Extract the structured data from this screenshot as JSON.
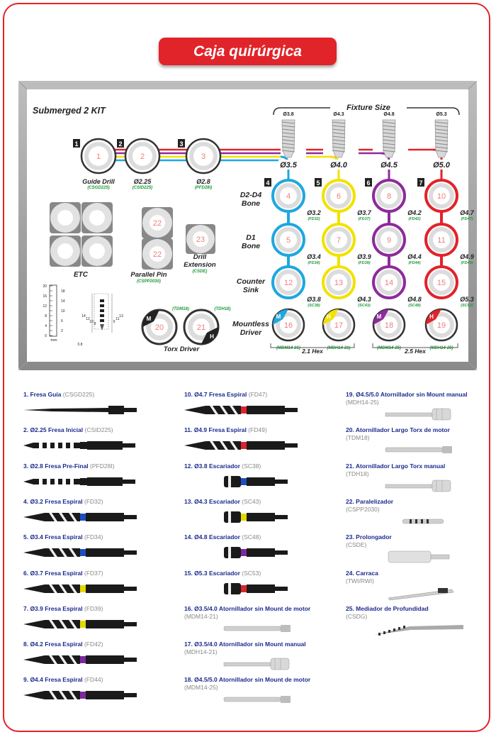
{
  "header": {
    "title": "Caja quirúrgica"
  },
  "tray": {
    "kit_name": "Submerged 2 KIT",
    "fixture_size_label": "Fixture Size",
    "fixture_top": [
      "Ø3.8",
      "Ø4.3",
      "Ø4.8",
      "Ø5.3"
    ],
    "fixture_main": [
      "Ø3.5",
      "Ø4.0",
      "Ø4.5",
      "Ø5.0"
    ],
    "steps": [
      "1",
      "2",
      "3",
      "4",
      "5",
      "6",
      "7"
    ],
    "top_slots": [
      {
        "num": "1",
        "label": "Guide Drill",
        "code": "(CSGD225)"
      },
      {
        "num": "2",
        "label": "Ø2.25",
        "code": "(CSID225)"
      },
      {
        "num": "3",
        "label": "Ø2.8",
        "code": "(PFD28I)"
      }
    ],
    "row_labels": {
      "d2d4": "D2-D4 Bone",
      "d1": "D1 Bone",
      "counter": "Counter Sink",
      "mountless": "Mountless Driver"
    },
    "columns": [
      {
        "color": "#1fa7e0",
        "slots": [
          "4",
          "5",
          "12",
          "16"
        ],
        "sizes": [
          "Ø3.2",
          "Ø3.4",
          "Ø3.8"
        ],
        "codes": [
          "(FD32)",
          "(FD34)",
          "(SC38)"
        ],
        "driver_code": "(MDM14-21)",
        "driver_letter": "M"
      },
      {
        "color": "#f2e200",
        "slots": [
          "6",
          "7",
          "13",
          "17"
        ],
        "sizes": [
          "Ø3.7",
          "Ø3.9",
          "Ø4.3"
        ],
        "codes": [
          "(FD37)",
          "(FD39)",
          "(SC43)"
        ],
        "driver_code": "(MDH14-21)",
        "driver_letter": "H"
      },
      {
        "color": "#8e2a9c",
        "slots": [
          "8",
          "9",
          "14",
          "18"
        ],
        "sizes": [
          "Ø4.2",
          "Ø4.4",
          "Ø4.8"
        ],
        "codes": [
          "(FD42)",
          "(FD44)",
          "(SC48)"
        ],
        "driver_code": "(MDM14-25)",
        "driver_letter": "M"
      },
      {
        "color": "#e1232a",
        "slots": [
          "10",
          "11",
          "15",
          "19"
        ],
        "sizes": [
          "Ø4.7",
          "Ø4.9",
          "Ø5.3"
        ],
        "codes": [
          "(FD47)",
          "(FD49)",
          "(SC53)"
        ],
        "driver_code": "(MDH14-25)",
        "driver_letter": "H"
      }
    ],
    "hex_labels": [
      "2.1 Hex",
      "2.5 Hex"
    ],
    "etc_label": "ETC",
    "parallel": {
      "label": "Parallel Pin",
      "code": "(CSPP2030)",
      "slots": [
        "22",
        "22"
      ]
    },
    "extension": {
      "label": "Drill Extension",
      "code": "(CSDE)",
      "slot": "23"
    },
    "torx": {
      "label": "Torx Driver",
      "slots": [
        "20",
        "21"
      ],
      "codes": [
        "(TDM18)",
        "(TDH18)"
      ],
      "letters": [
        "M",
        "H"
      ]
    },
    "ruler": {
      "unit": "mm",
      "ticks": [
        "20",
        "18",
        "16",
        "14",
        "12",
        "10",
        "8",
        "6",
        "4",
        "2",
        "0"
      ],
      "depths": [
        "14",
        "12",
        "10",
        "8",
        "9",
        "11",
        "13"
      ],
      "tip": "0.8"
    }
  },
  "colors": {
    "accent": "#e1232a",
    "title_text": "#1d2a8f",
    "code_text": "#888888",
    "code_green": "#1a9a3a",
    "slot_number": "#f07d7d"
  },
  "items": [
    {
      "title": "1. Fresa Guía",
      "code": "(CSGD225)"
    },
    {
      "title": "2. Ø2.25 Fresa Inicial",
      "code": "(CSID225)"
    },
    {
      "title": "3. Ø2.8 Fresa Pre-Final",
      "code": "(PFD28I)"
    },
    {
      "title": "4. Ø3.2 Fresa Espiral",
      "code": "(FD32)"
    },
    {
      "title": "5. Ø3.4 Fresa Espiral",
      "code": "(FD34)"
    },
    {
      "title": "6. Ø3.7 Fresa Espiral",
      "code": "(FD37)"
    },
    {
      "title": "7. Ø3.9 Fresa Espiral",
      "code": "(FD39)"
    },
    {
      "title": "8. Ø4.2 Fresa Espiral",
      "code": "(FD42)"
    },
    {
      "title": "9. Ø4.4 Fresa Espiral",
      "code": "(FD44)"
    },
    {
      "title": "10. Ø4.7 Fresa Espiral",
      "code": "(FD47)"
    },
    {
      "title": "11. Ø4.9 Fresa Espiral",
      "code": "(FD49)"
    },
    {
      "title": "12. Ø3.8 Escariador",
      "code": "(SC38)"
    },
    {
      "title": "13. Ø4.3 Escariador",
      "code": "(SC43)"
    },
    {
      "title": "14. Ø4.8 Escariador",
      "code": "(SC48)"
    },
    {
      "title": "15. Ø5.3 Escariador",
      "code": "(SC53)"
    },
    {
      "title": "16. Ø3.5/4.0 Atornillador sin Mount de motor",
      "code": "(MDM14-21)"
    },
    {
      "title": "17. Ø3.5/4.0 Atornillador sin Mount manual",
      "code": "(MDH14-21)"
    },
    {
      "title": "18. Ø4.5/5.0 Atornillador sin Mount de motor",
      "code": "(MDM14-25)"
    },
    {
      "title": "19. Ø4.5/5.0 Atornillador sin Mount manual",
      "code": "(MDH14-25)"
    },
    {
      "title": "20. Atornillador Largo Torx de motor",
      "code": "(TDM18)"
    },
    {
      "title": "21. Atornillador Largo Torx manual",
      "code": "(TDH18)"
    },
    {
      "title": "22. Paralelizador",
      "code": "(CSPP2030)"
    },
    {
      "title": "23. Prolongador",
      "code": "(CSDE)"
    },
    {
      "title": "24. Carraca",
      "code": "(TWI/RWI)"
    },
    {
      "title": "25. Mediador de Profundidad",
      "code": "(CSDG)"
    }
  ]
}
